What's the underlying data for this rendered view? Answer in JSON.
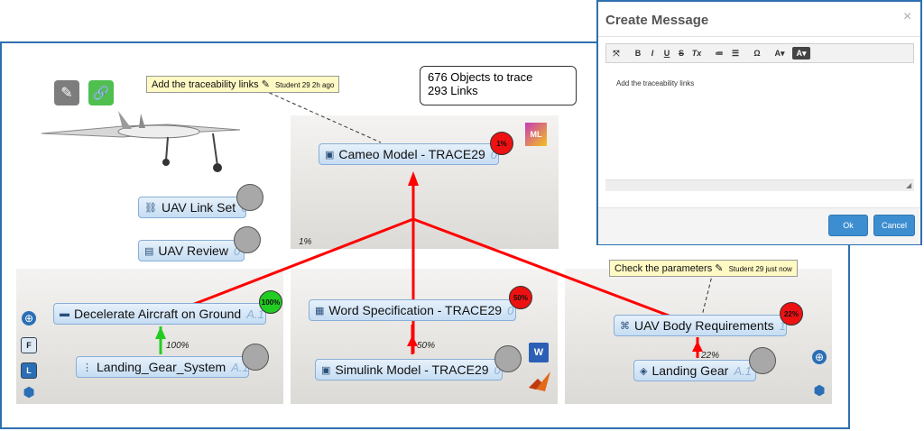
{
  "canvas": {
    "stats": {
      "objects": "676 Objects to trace",
      "links": "293 Links"
    },
    "notes": {
      "top": {
        "text": "Add the traceability links",
        "meta": "Student 29 2h ago"
      },
      "right": {
        "text": "Check the parameters",
        "meta": "Student 29 just now"
      }
    },
    "nodes": {
      "cameo": {
        "label": "Cameo Model - TRACE29",
        "suffix": "0",
        "badge": "1%"
      },
      "link_set": {
        "label": "UAV Link Set",
        "suffix": "0"
      },
      "review": {
        "label": "UAV Review",
        "suffix": "0"
      },
      "decelerate": {
        "label": "Decelerate Aircraft on Ground",
        "suffix": "A.1",
        "badge": "100%"
      },
      "landing_sys": {
        "label": "Landing_Gear_System",
        "suffix": "A.1"
      },
      "word": {
        "label": "Word Specification - TRACE29",
        "suffix": "0",
        "badge": "50%"
      },
      "simulink": {
        "label": "Simulink Model - TRACE29",
        "suffix": "0"
      },
      "uav_body": {
        "label": "UAV Body Requirements",
        "suffix": "1",
        "badge": "22%"
      },
      "landing_gear": {
        "label": "Landing Gear",
        "suffix": "A.1"
      }
    },
    "percents": {
      "cameo_panel": "1%",
      "gear_link": "100%",
      "simulink_link": "50%",
      "body_link": "22%"
    },
    "side_icons": {
      "f": "F",
      "l": "L"
    },
    "colors": {
      "link": "#ff0000",
      "green": "#22cc22",
      "badge_red": "#ee1111",
      "badge_green": "#22cc22",
      "accent": "#2e6fb0"
    }
  },
  "dialog": {
    "title": "Create Message",
    "close": "×",
    "toolbar": [
      "⤧",
      "B",
      "I",
      "U",
      "S",
      "Tx",
      "≔",
      "☰",
      "Ω",
      "A▾",
      "A▾"
    ],
    "body_text": "Add the traceability links",
    "ok": "Ok",
    "cancel": "Cancel"
  }
}
